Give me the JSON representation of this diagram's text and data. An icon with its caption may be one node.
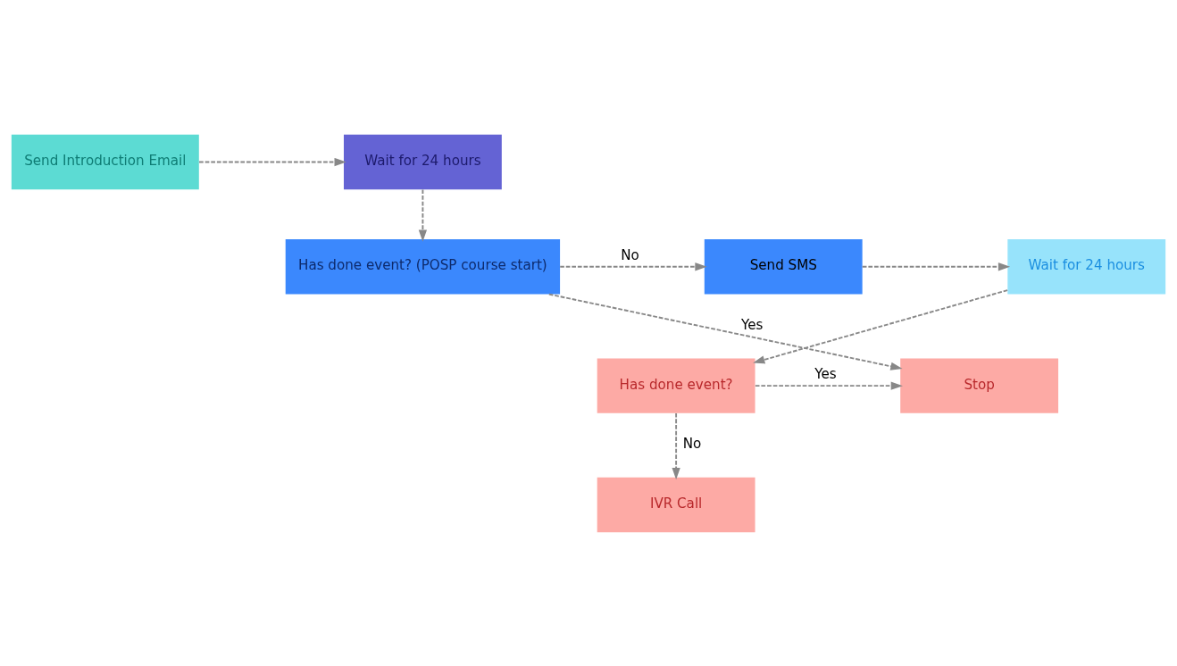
{
  "diagram": {
    "nodes": [
      {
        "text": [
          "Send Introduction Email"
        ]
      },
      {
        "text": [
          "Wait for 24 hours"
        ]
      },
      {
        "text": [
          "Has done event? (POSP course start)"
        ]
      },
      {
        "text": [
          "Send SMS"
        ]
      },
      {
        "text": [
          "Wait for 24 hours"
        ]
      },
      {
        "text": [
          "Has done event?"
        ]
      },
      {
        "text": [
          "Stop"
        ]
      },
      {
        "text": [
          "IVR Call"
        ]
      }
    ],
    "edges": [
      {
        "from": 0,
        "to": 1,
        "arrow": "to",
        "style": "dashed"
      },
      {
        "from": 1,
        "to": 2,
        "arrow": "to",
        "style": "dashed"
      },
      {
        "from": 2,
        "to": 3,
        "arrow": "to",
        "style": "dashed",
        "label": "No"
      },
      {
        "from": 3,
        "to": 4,
        "arrow": "to",
        "style": "dashed"
      },
      {
        "from": 4,
        "to": 5,
        "arrow": "to",
        "style": "dashed"
      },
      {
        "from": 2,
        "to": 6,
        "arrow": "to",
        "style": "dashed",
        "label": "Yes"
      },
      {
        "from": 5,
        "to": 6,
        "arrow": "to",
        "style": "dashed",
        "label": "Yes"
      },
      {
        "from": 5,
        "to": 7,
        "arrow": "to",
        "style": "dashed",
        "label": "No"
      }
    ]
  }
}
